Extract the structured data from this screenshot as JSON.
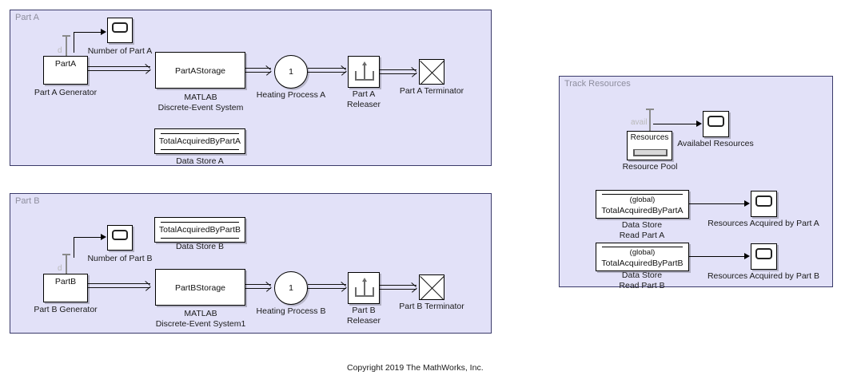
{
  "diagram": {
    "type": "simulink-discrete-event-model",
    "copyright": "Copyright 2019 The MathWorks, Inc.",
    "colors": {
      "subsystem_fill": "#e2e1f8",
      "subsystem_border": "#3a3a6a",
      "block_fill": "#ffffff",
      "block_border": "#000000",
      "line": "#000000",
      "port_label": "#b9b9b9",
      "subsystem_title": "#8e8e9e"
    }
  },
  "subsystems": [
    {
      "id": "part_a",
      "title": "Part A"
    },
    {
      "id": "part_b",
      "title": "Part B"
    },
    {
      "id": "track_resources",
      "title": "Track Resources"
    }
  ],
  "part_a": {
    "title": "Part A",
    "generator": {
      "inner_text": "PartA",
      "label": "Part A Generator",
      "port_name": "d"
    },
    "scope_count": {
      "label": "Number of Part A",
      "icon": "scope-icon"
    },
    "storage": {
      "inner_text": "PartAStorage",
      "label": "MATLAB\nDiscrete-Event System"
    },
    "heating": {
      "inner_text": "1",
      "label": "Heating Process A"
    },
    "releaser": {
      "label": "Part A\nReleaser",
      "icon": "releaser-icon"
    },
    "terminator": {
      "label": "Part A Terminator",
      "icon": "terminator-x-icon"
    },
    "data_store": {
      "inner_text": "TotalAcquiredByPartA",
      "label": "Data Store A"
    }
  },
  "part_b": {
    "title": "Part B",
    "generator": {
      "inner_text": "PartB",
      "label": "Part B Generator",
      "port_name": "d"
    },
    "scope_count": {
      "label": "Number of Part B",
      "icon": "scope-icon"
    },
    "storage": {
      "inner_text": "PartBStorage",
      "label": "MATLAB\nDiscrete-Event System1"
    },
    "heating": {
      "inner_text": "1",
      "label": "Heating Process B"
    },
    "releaser": {
      "label": "Part B\nReleaser",
      "icon": "releaser-icon"
    },
    "terminator": {
      "label": "Part B Terminator",
      "icon": "terminator-x-icon"
    },
    "data_store": {
      "inner_text": "TotalAcquiredByPartB",
      "label": "Data Store B"
    }
  },
  "track_resources": {
    "title": "Track Resources",
    "resource_pool": {
      "inner_text": "Resources",
      "label": "Resource Pool",
      "port_name": "avail",
      "icon": "resource-pool-icon"
    },
    "scope_available": {
      "label": "Availabel Resources",
      "icon": "scope-icon"
    },
    "ds_read_a": {
      "scope_text": "(global)",
      "inner_text": "TotalAcquiredByPartA",
      "label": "Data Store\nRead Part A"
    },
    "scope_acquired_a": {
      "label": "Resources Acquired by Part A",
      "icon": "scope-icon"
    },
    "ds_read_b": {
      "scope_text": "(global)",
      "inner_text": "TotalAcquiredByPartB",
      "label": "Data Store\nRead Part B"
    },
    "scope_acquired_b": {
      "label": "Resources Acquired by Part B",
      "icon": "scope-icon"
    }
  }
}
